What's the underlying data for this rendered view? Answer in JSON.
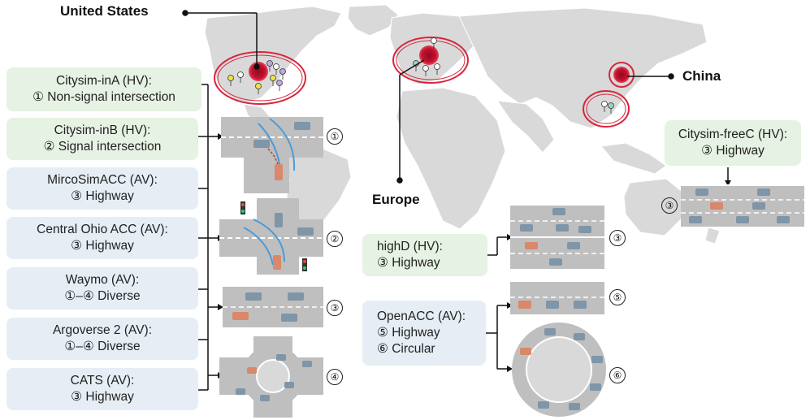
{
  "regions": {
    "us": "United States",
    "europe": "Europe",
    "china": "China"
  },
  "datasets": {
    "citysim_ina": {
      "title": "Citysim-inA (HV):",
      "detail": "① Non-signal intersection"
    },
    "citysim_inb": {
      "title": "Citysim-inB (HV):",
      "detail": "② Signal intersection"
    },
    "mircosimacc": {
      "title": "MircoSimACC (AV):",
      "detail": "③ Highway"
    },
    "central_ohio": {
      "title": "Central Ohio ACC (AV):",
      "detail": "③ Highway"
    },
    "waymo": {
      "title": "Waymo (AV):",
      "detail": "①–④ Diverse"
    },
    "argoverse": {
      "title": "Argoverse 2 (AV):",
      "detail": "①–④ Diverse"
    },
    "cats": {
      "title": "CATS (AV):",
      "detail": "③ Highway"
    },
    "highd": {
      "title": "highD (HV):",
      "detail": "③ Highway"
    },
    "openacc": {
      "title": "OpenACC (AV):",
      "detail1": "⑤ Highway",
      "detail2": "⑥ Circular"
    },
    "citysim_freec": {
      "title": "Citysim-freeC (HV):",
      "detail": "③ Highway"
    }
  },
  "scene_numbers": {
    "s1": "①",
    "s2": "②",
    "s3": "③",
    "s4": "④",
    "s3b": "③",
    "s5": "⑤",
    "s6": "⑥",
    "s3c": "③"
  },
  "colors": {
    "hv_box": "#e6f2e3",
    "av_box": "#e6edf5",
    "map": "#d9d9d9",
    "hotspot": "#c8102e",
    "road": "#bfbfbf",
    "car_blue": "#7f95a8",
    "car_orange": "#d9886a"
  }
}
